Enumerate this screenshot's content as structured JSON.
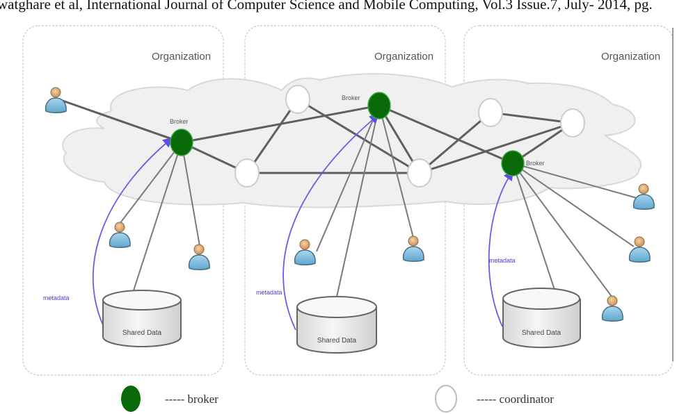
{
  "header": {
    "citation": "watghare et al, International Journal of Computer Science and Mobile Computing, Vol.3 Issue.7, July- 2014, pg."
  },
  "diagram": {
    "organizations": [
      {
        "title": "Organization",
        "broker_label": "Broker",
        "metadata_label": "metadata",
        "database_label": "Shared Data",
        "user_count": 3
      },
      {
        "title": "Organization",
        "broker_label": "Broker",
        "metadata_label": "metadata",
        "database_label": "Shared Data",
        "user_count": 2
      },
      {
        "title": "Organization",
        "broker_label": "Broker",
        "metadata_label": "metadata",
        "database_label": "Shared Data",
        "user_count": 3
      }
    ],
    "node_types": {
      "broker": {
        "color": "#0a6a0a",
        "shape": "filled-circle"
      },
      "coordinator": {
        "color": "#ffffff",
        "shape": "hollow-circle"
      },
      "user": {
        "icon": "user-icon"
      },
      "database": {
        "icon": "cylinder"
      }
    },
    "colors": {
      "cloud_fill": "#f0f0f0",
      "edge": "#666666",
      "metadata_arrow": "#6a5ce8",
      "container_border": "#c8c8c8"
    }
  },
  "legend": {
    "broker": "----- broker",
    "coordinator": "----- coordinator"
  }
}
